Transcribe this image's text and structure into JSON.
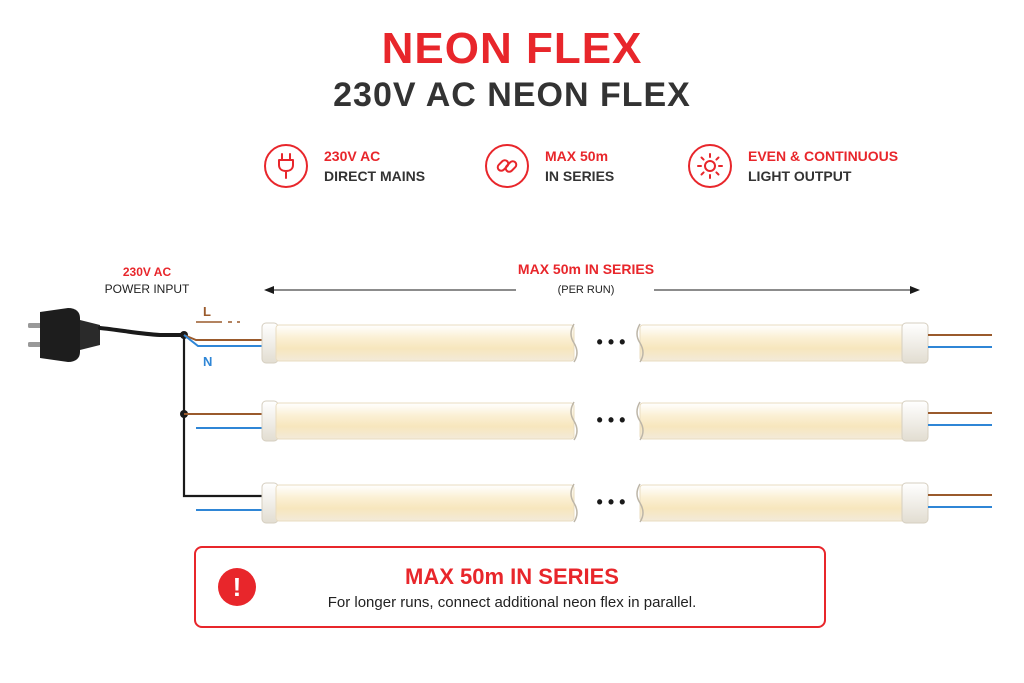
{
  "header": {
    "title": "NEON FLEX",
    "subtitle": "230V AC NEON FLEX"
  },
  "features": [
    {
      "icon": "plug-icon",
      "line1": "230V AC",
      "line2": "DIRECT MAINS"
    },
    {
      "icon": "chain-link-icon",
      "line1": "MAX 50m",
      "line2": "IN SERIES"
    },
    {
      "icon": "sun-icon",
      "line1": "EVEN & CONTINUOUS",
      "line2": "LIGHT OUTPUT"
    }
  ],
  "diagram": {
    "power_input_line1": "230V AC",
    "power_input_line2": "POWER INPUT",
    "live_label": "L",
    "neutral_label": "N",
    "run_label": "MAX 50m IN SERIES",
    "run_sublabel": "(PER RUN)",
    "runs": 3,
    "continuation_glyph": "• • •"
  },
  "warning": {
    "icon": "exclamation-icon",
    "glyph": "!",
    "title": "MAX 50m IN SERIES",
    "text": "For longer runs, connect additional neon flex in parallel."
  },
  "colors": {
    "accent": "#e8262b",
    "dark": "#333333",
    "live_wire": "#9a5a2c",
    "neutral_wire": "#2f86d6",
    "strip_glow": "#fbf0d4",
    "ground_wire": "#1a1a1a"
  }
}
